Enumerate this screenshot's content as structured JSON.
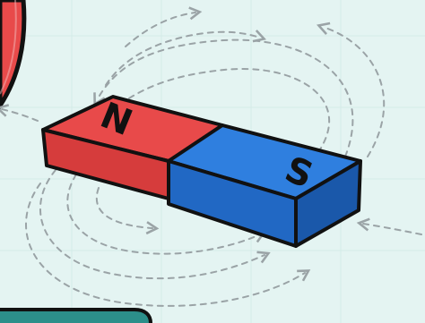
{
  "illustration": {
    "subject": "bar-magnet",
    "north_pole": {
      "label": "N",
      "color": "#e84a4a"
    },
    "south_pole": {
      "label": "S",
      "color": "#2f7fdf"
    },
    "field_lines": {
      "color": "#9aa3a6",
      "style": "dashed"
    },
    "background_color": "#e4f4f2",
    "outline_color": "#111111"
  }
}
